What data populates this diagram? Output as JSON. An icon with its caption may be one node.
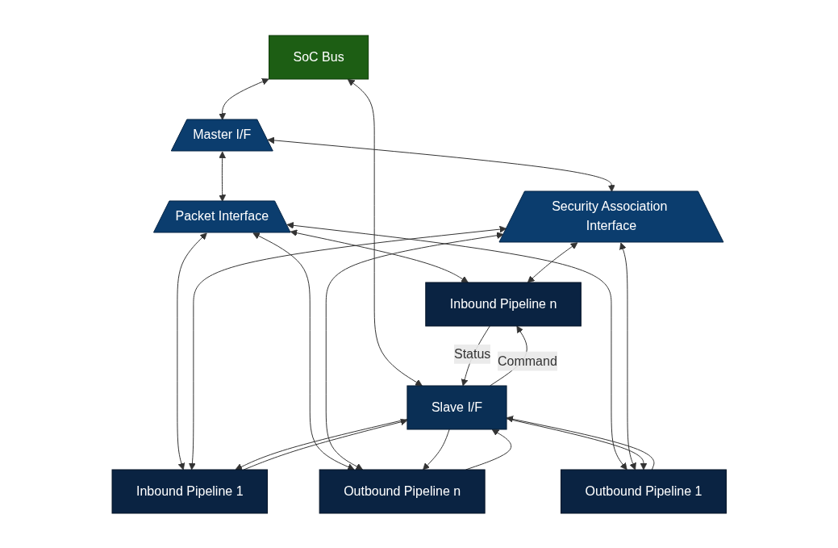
{
  "diagram": {
    "nodes": [
      {
        "text": [
          "SoC Bus"
        ]
      },
      {
        "text": [
          "Master I/F"
        ]
      },
      {
        "text": [
          "Packet Interface"
        ]
      },
      {
        "text": [
          "Security Association Interface"
        ]
      },
      {
        "text": [
          "Slave I/F"
        ]
      },
      {
        "text": [
          "Inbound Pipeline n"
        ]
      },
      {
        "text": [
          "Inbound Pipeline 1"
        ]
      },
      {
        "text": [
          "Outbound Pipeline n"
        ]
      },
      {
        "text": [
          "Outbound Pipeline 1"
        ]
      }
    ],
    "edges": [
      {
        "from": 0,
        "to": 1,
        "arrow": "both"
      },
      {
        "from": 0,
        "to": 4,
        "arrow": "both"
      },
      {
        "from": 1,
        "to": 2,
        "arrow": "both"
      },
      {
        "from": 1,
        "to": 3,
        "arrow": "both"
      },
      {
        "from": 2,
        "to": 5,
        "arrow": "both"
      },
      {
        "from": 2,
        "to": 6,
        "arrow": "both"
      },
      {
        "from": 2,
        "to": 7,
        "arrow": "both"
      },
      {
        "from": 2,
        "to": 8,
        "arrow": "both"
      },
      {
        "from": 3,
        "to": 5,
        "arrow": "both"
      },
      {
        "from": 3,
        "to": 6,
        "arrow": "both"
      },
      {
        "from": 3,
        "to": 7,
        "arrow": "both"
      },
      {
        "from": 3,
        "to": 8,
        "arrow": "both"
      },
      {
        "from": 4,
        "to": 5,
        "arrow": "to",
        "label": "Command"
      },
      {
        "from": 4,
        "to": 6,
        "arrow": "to"
      },
      {
        "from": 4,
        "to": 7,
        "arrow": "to"
      },
      {
        "from": 4,
        "to": 8,
        "arrow": "to"
      },
      {
        "from": 5,
        "to": 4,
        "arrow": "to",
        "label": "Status"
      },
      {
        "from": 6,
        "to": 4,
        "arrow": "to"
      },
      {
        "from": 7,
        "to": 4,
        "arrow": "to"
      },
      {
        "from": 8,
        "to": 4,
        "arrow": "to"
      }
    ]
  }
}
